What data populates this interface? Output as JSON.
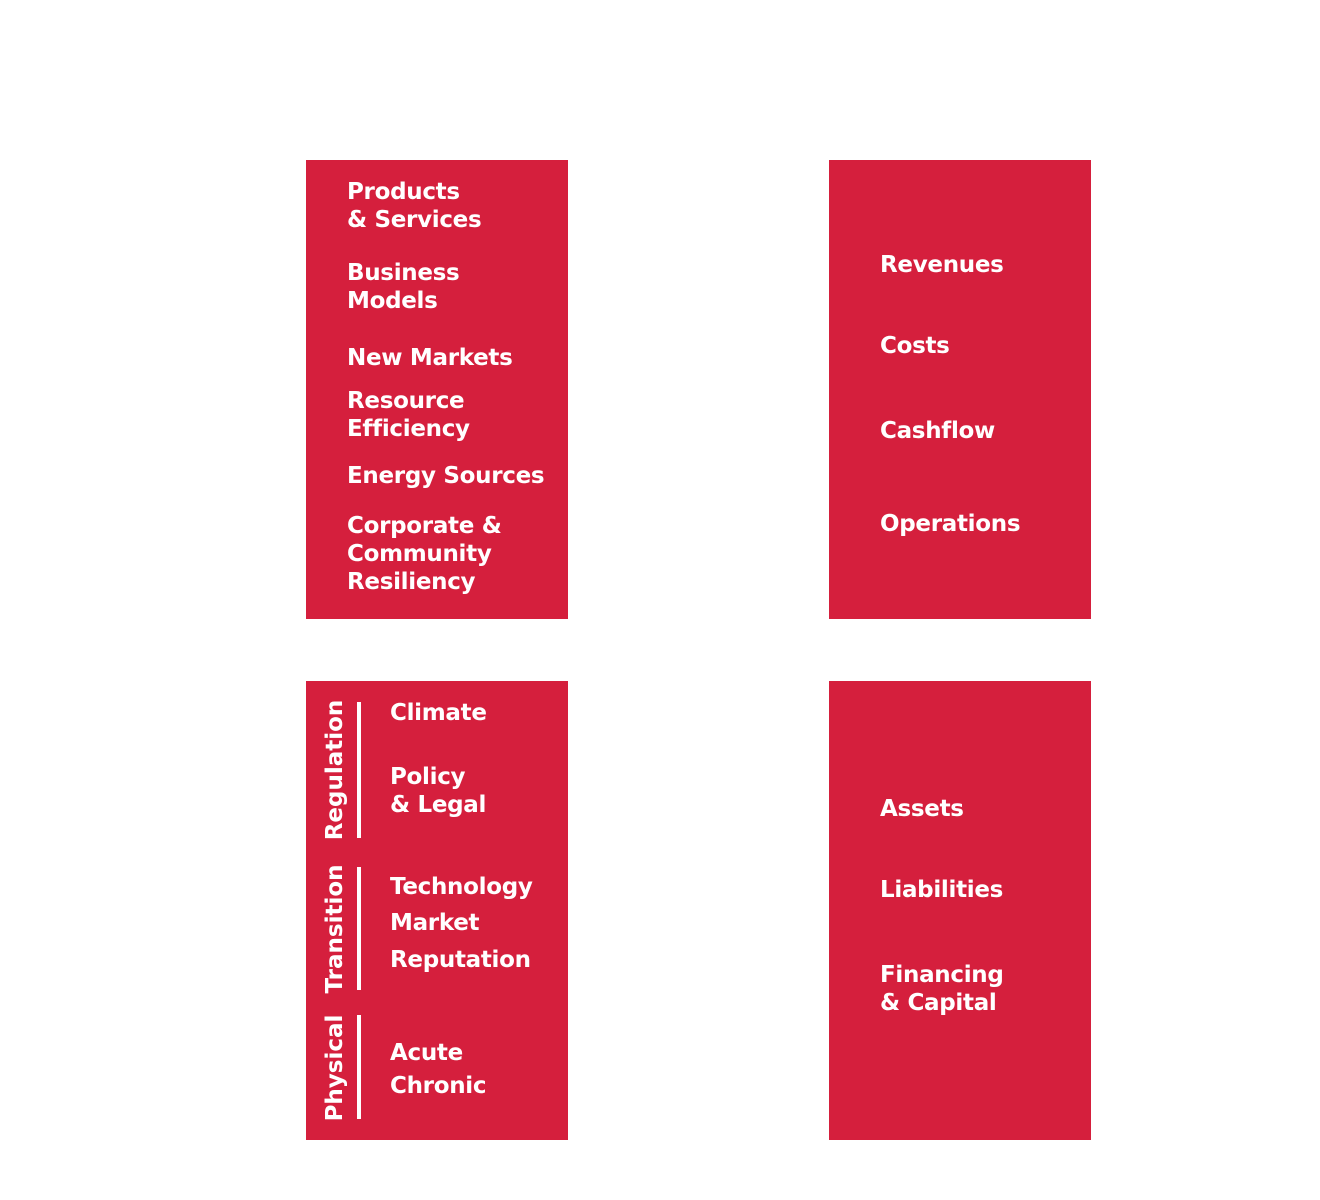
{
  "colors": {
    "box_fill": "#d51f3d",
    "text": "#ffffff",
    "background": "#ffffff"
  },
  "opportunities": {
    "items": [
      "Products\n& Services",
      "Business\nModels",
      "New Markets",
      "Resource\nEfficiency",
      "Energy Sources",
      "Corporate &\nCommunity\nResiliency"
    ]
  },
  "income_statement": {
    "items": [
      "Revenues",
      "Costs",
      "Cashflow",
      "Operations"
    ]
  },
  "risks": {
    "groups": [
      {
        "title": "Regulation",
        "items": [
          "Climate",
          "Policy\n& Legal"
        ]
      },
      {
        "title": "Transition",
        "items": [
          "Technology",
          "Market",
          "Reputation"
        ]
      },
      {
        "title": "Physical",
        "items": [
          "Acute",
          "Chronic"
        ]
      }
    ]
  },
  "balance_sheet": {
    "items": [
      "Assets",
      "Liabilities",
      "Financing\n& Capital"
    ]
  }
}
